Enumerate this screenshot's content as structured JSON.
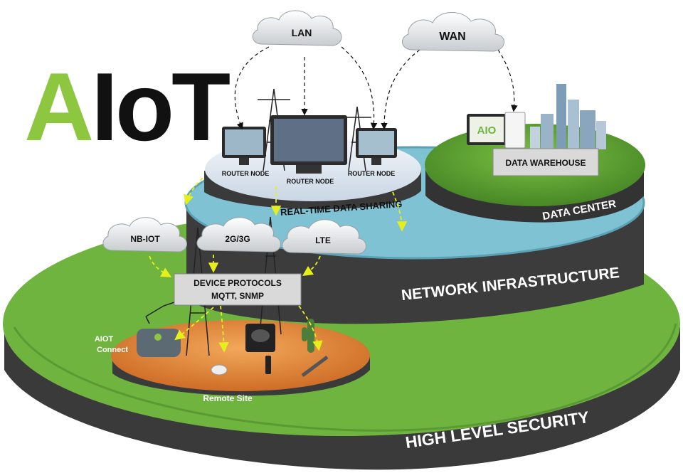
{
  "logo": {
    "accent_letter": "A",
    "rest": "IoT",
    "accent_color": "#8dc63f",
    "text_color": "#111111"
  },
  "clouds": {
    "lan": "LAN",
    "wan": "WAN",
    "nb_iot": "NB-IOT",
    "g23": "2G/3G",
    "lte": "LTE"
  },
  "router_nodes": [
    "ROUTER NODE",
    "ROUTER NODE",
    "ROUTER NODE"
  ],
  "tiers": {
    "realtime": "REAL-TIME DATA SHARING",
    "data_center": "DATA CENTER",
    "network": "NETWORK INFRASTRUCTURE",
    "security": "HIGH LEVEL SECURITY"
  },
  "boxes": {
    "data_warehouse": "DATA WAREHOUSE",
    "protocols_line1": "DEVICE PROTOCOLS",
    "protocols_line2": "MQTT, SNMP"
  },
  "remote_site": "Remote Site",
  "device": {
    "line1": "AIOT",
    "line2": "Connect"
  },
  "warehouse_logo": "AIO",
  "colors": {
    "security_green": "#6eb43f",
    "slab_dark": "#3a3a3a",
    "water": "#7fc2d4",
    "sand": "#e28a36",
    "grass": "#5ea432",
    "arrow_yellow": "#e6ef1c"
  },
  "icons": [
    "cloud-icon",
    "monitor-icon",
    "power-tower-icon",
    "gateway-device-icon",
    "sensor-icon",
    "city-buildings-icon",
    "cactus-icon"
  ]
}
